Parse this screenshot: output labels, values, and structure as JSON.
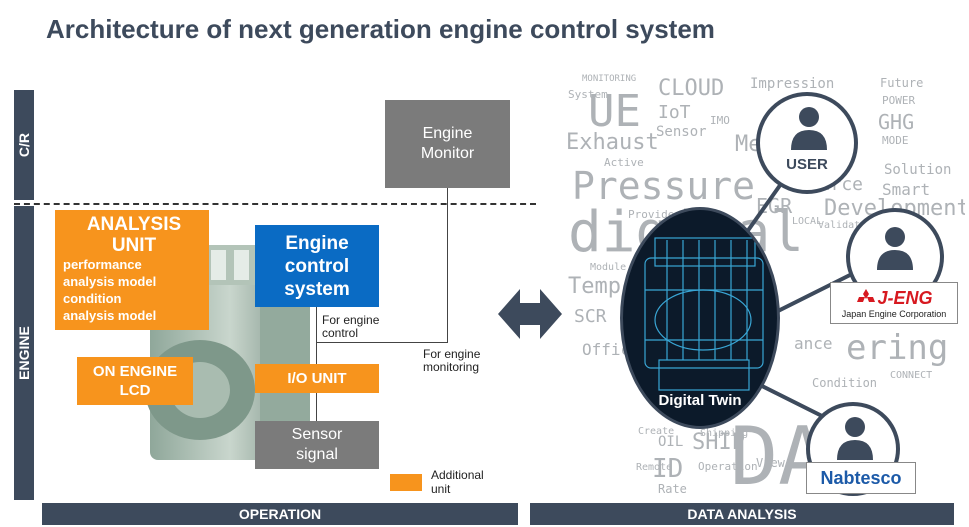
{
  "title": "Architecture of next generation engine control system",
  "sections": {
    "cr": "C/R",
    "engine": "ENGINE",
    "operation": "OPERATION",
    "data_analysis": "DATA ANALYSIS"
  },
  "boxes": {
    "engine_monitor": [
      "Engine",
      "Monitor"
    ],
    "analysis_unit_title": [
      "ANALYSIS",
      "UNIT"
    ],
    "analysis_unit_detail": [
      "performance",
      "analysis model",
      "condition",
      "analysis model"
    ],
    "engine_control_system": [
      "Engine",
      "control",
      "system"
    ],
    "on_engine_lcd": [
      "ON ENGINE",
      "LCD"
    ],
    "io_unit": "I/O UNIT",
    "sensor_signal": [
      "Sensor",
      "signal"
    ]
  },
  "annotations": {
    "for_engine_control": [
      "For engine",
      "control"
    ],
    "for_engine_monitoring": [
      "For engine",
      "monitoring"
    ]
  },
  "legend": {
    "label": [
      "Additional",
      "unit"
    ],
    "color": "#f7941d"
  },
  "digital_twin": "Digital Twin",
  "user_label": "USER",
  "logos": {
    "jeng": "J-ENG",
    "jeng_sub": "Japan Engine Corporation",
    "nabtesco": "Nabtesco"
  },
  "word_cloud": [
    "MONITORING",
    "CLOUD",
    "Impression",
    "Future",
    "POWER",
    "System",
    "UE",
    "IoT",
    "IMO",
    "GHG",
    "MODE",
    "Exhaust",
    "Sensor",
    "Memory",
    "Active",
    "Pressure",
    "Source",
    "Smart",
    "Solution",
    "Development",
    "digital",
    "EGR",
    "Temp",
    "Module",
    "Provide",
    "SCR",
    "Office",
    "LOCAL",
    "Validate",
    "ance",
    "ering",
    "Condition",
    "Operation",
    "Create",
    "OIL",
    "Remote",
    "ID",
    "SHIP",
    "Shipping",
    "View",
    "Rate",
    "DA",
    "CONNECT"
  ],
  "colors": {
    "dark_navy": "#3d4a5c",
    "orange": "#f7941d",
    "blue": "#0a6bc4",
    "grey": "#7b7b7b"
  }
}
